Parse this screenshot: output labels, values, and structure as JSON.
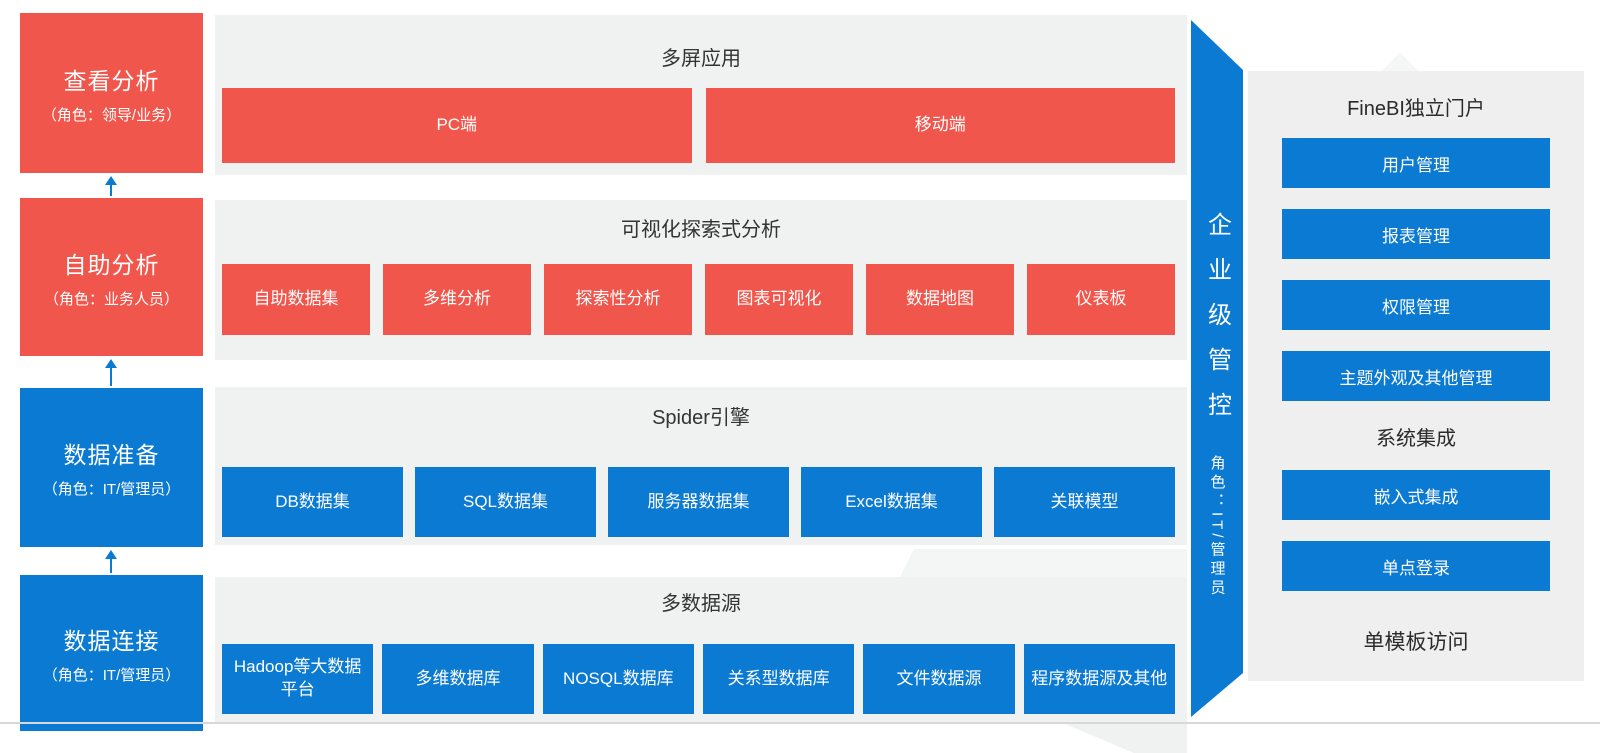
{
  "colors": {
    "red": "#f0564b",
    "blue": "#0b7ad2",
    "band_bg": "#f0f1f1",
    "panel_bg": "#efefef",
    "divider": "#d8d8d8"
  },
  "left_column": {
    "stages": [
      {
        "title": "查看分析",
        "role": "（角色：领导/业务）"
      },
      {
        "title": "自助分析",
        "role": "（角色：业务人员）"
      },
      {
        "title": "数据准备",
        "role": "（角色：IT/管理员）"
      },
      {
        "title": "数据连接",
        "role": "（角色：IT/管理员）"
      }
    ]
  },
  "bands": [
    {
      "title": "多屏应用",
      "items": [
        "PC端",
        "移动端"
      ]
    },
    {
      "title": "可视化探索式分析",
      "items": [
        "自助数据集",
        "多维分析",
        "探索性分析",
        "图表可视化",
        "数据地图",
        "仪表板"
      ]
    },
    {
      "title": "Spider引擎",
      "items": [
        "DB数据集",
        "SQL数据集",
        "服务器数据集",
        "Excel数据集",
        "关联模型"
      ]
    },
    {
      "title": "多数据源",
      "items": [
        "Hadoop等大数据平台",
        "多维数据库",
        "NOSQL数据库",
        "关系型数据库",
        "文件数据源",
        "程序数据源及其他"
      ]
    }
  ],
  "ribbon": {
    "title": "企业级管控",
    "role": "角色：IT/管理员"
  },
  "right_panel": {
    "portal_title": "FineBI独立门户",
    "portal_items": [
      "用户管理",
      "报表管理",
      "权限管理",
      "主题外观及其他管理"
    ],
    "integration_title": "系统集成",
    "integration_items": [
      "嵌入式集成",
      "单点登录"
    ],
    "footer_label": "单模板访问"
  }
}
